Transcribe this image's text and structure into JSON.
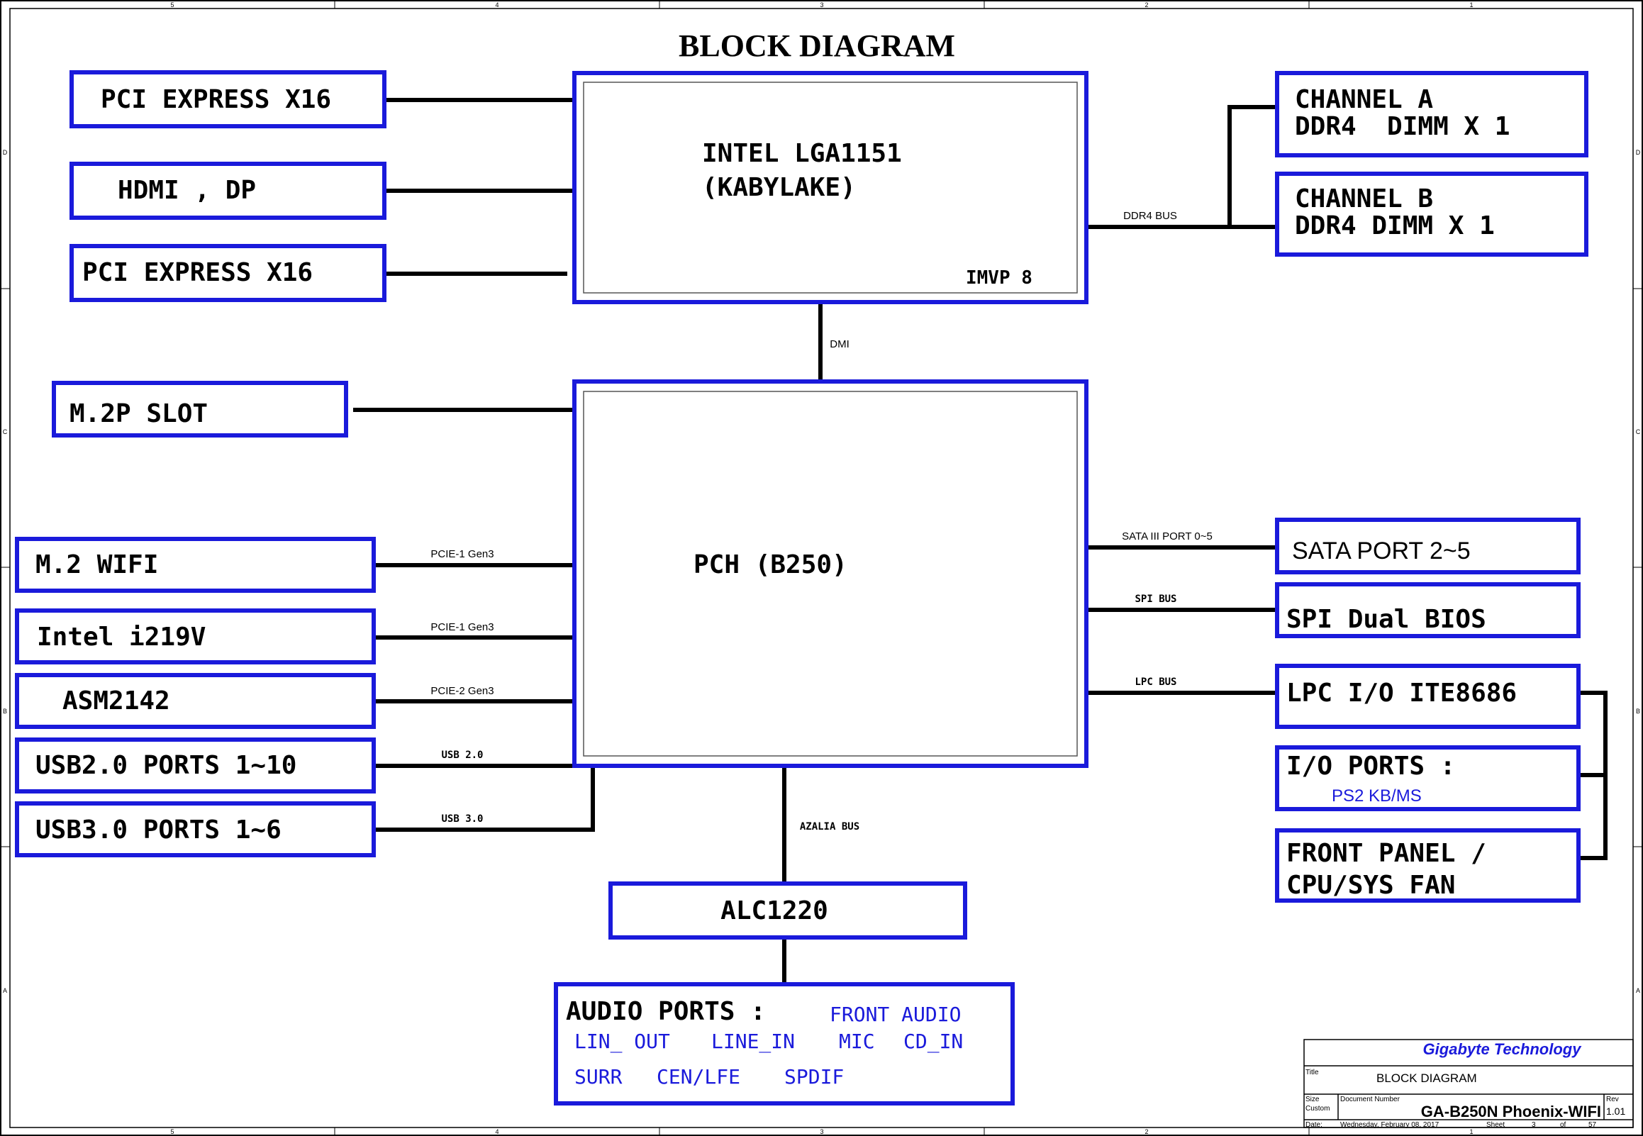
{
  "title": "BLOCK DIAGRAM",
  "colors": {
    "box": "#1a1adb",
    "wire": "#000000",
    "accent_text": "#1a1adb",
    "frame": "#000000"
  },
  "border": {
    "columns": [
      "5",
      "4",
      "3",
      "2",
      "1"
    ],
    "rows": [
      "D",
      "C",
      "B",
      "A"
    ]
  },
  "cpu": {
    "line1": "INTEL LGA1151",
    "line2": "(KABYLAKE)",
    "vr": "IMVP 8"
  },
  "pch": {
    "label": "PCH (B250)"
  },
  "left_top": [
    {
      "label": "PCI EXPRESS X16"
    },
    {
      "label": "HDMI , DP"
    },
    {
      "label": "PCI EXPRESS X16"
    }
  ],
  "m2p": {
    "label": "M.2P SLOT"
  },
  "left_bottom": [
    {
      "label": "M.2 WIFI",
      "bus": "PCIE-1 Gen3"
    },
    {
      "label": "Intel i219V",
      "bus": "PCIE-1 Gen3"
    },
    {
      "label": "ASM2142",
      "bus": "PCIE-2 Gen3"
    },
    {
      "label": "USB2.0 PORTS 1~10",
      "bus": "USB 2.0"
    },
    {
      "label": "USB3.0 PORTS 1~6",
      "bus": "USB 3.0"
    }
  ],
  "dimm": [
    {
      "line1": "CHANNEL A",
      "line2": "DDR4  DIMM X 1"
    },
    {
      "line1": "CHANNEL B",
      "line2": "DDR4 DIMM X 1"
    }
  ],
  "buses": {
    "ddr4": "DDR4 BUS",
    "dmi": "DMI",
    "azalia": "AZALIA BUS"
  },
  "right_pch": [
    {
      "label": "SATA PORT 2~5",
      "bus": "SATA III PORT 0~5"
    },
    {
      "label": "SPI Dual BIOS",
      "bus": "SPI BUS"
    },
    {
      "label": "LPC I/O ITE8686",
      "bus": "LPC BUS"
    }
  ],
  "io_ports": {
    "label": "I/O PORTS :",
    "sub": "PS2 KB/MS"
  },
  "front_panel": {
    "line1": "FRONT PANEL /",
    "line2": "CPU/SYS FAN"
  },
  "codec": {
    "label": "ALC1220"
  },
  "audio": {
    "label": "AUDIO PORTS :",
    "ports": [
      "FRONT AUDIO",
      "LIN_ OUT",
      "LINE_IN",
      "MIC",
      "CD_IN",
      "SURR",
      "CEN/LFE",
      "SPDIF"
    ]
  },
  "title_block": {
    "company": "Gigabyte Technology",
    "title_caption": "Title",
    "title": "BLOCK DIAGRAM",
    "size_caption": "Size",
    "size": "Custom",
    "doc_caption": "Document Number",
    "doc": "GA-B250N Phoenix-WIFI",
    "rev_caption": "Rev",
    "rev": "1.01",
    "date_caption": "Date:",
    "date": "Wednesday, February 08, 2017",
    "sheet_caption": "Sheet",
    "sheet": "3",
    "of_caption": "of",
    "total": "57"
  }
}
